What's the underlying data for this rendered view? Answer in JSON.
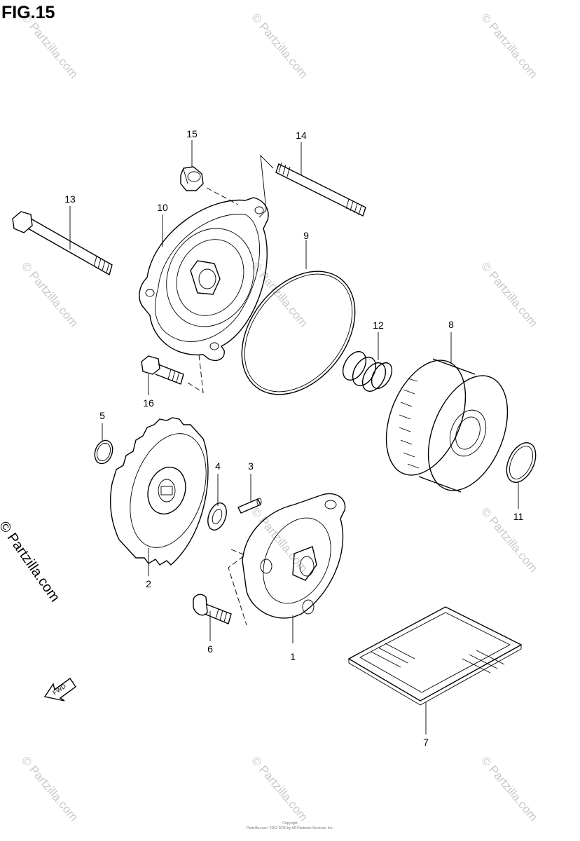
{
  "figure": {
    "title": "FIG.15"
  },
  "callouts": [
    {
      "id": "c1",
      "label": "1"
    },
    {
      "id": "c2",
      "label": "2"
    },
    {
      "id": "c3",
      "label": "3"
    },
    {
      "id": "c4",
      "label": "4"
    },
    {
      "id": "c5",
      "label": "5"
    },
    {
      "id": "c6",
      "label": "6"
    },
    {
      "id": "c7",
      "label": "7"
    },
    {
      "id": "c8",
      "label": "8"
    },
    {
      "id": "c9",
      "label": "9"
    },
    {
      "id": "c10",
      "label": "10"
    },
    {
      "id": "c11",
      "label": "11"
    },
    {
      "id": "c12",
      "label": "12"
    },
    {
      "id": "c13",
      "label": "13"
    },
    {
      "id": "c14",
      "label": "14"
    },
    {
      "id": "c15",
      "label": "15"
    },
    {
      "id": "c16",
      "label": "16"
    }
  ],
  "fwd_arrow": {
    "label": "FWD"
  },
  "watermark": {
    "text": "© Partzilla.com",
    "side_text": "© Partzilla.com"
  },
  "footer": {
    "line1": "Copyright",
    "line2": "Partzilla.com / 2002-2020 by ARI Network Services, Inc."
  }
}
